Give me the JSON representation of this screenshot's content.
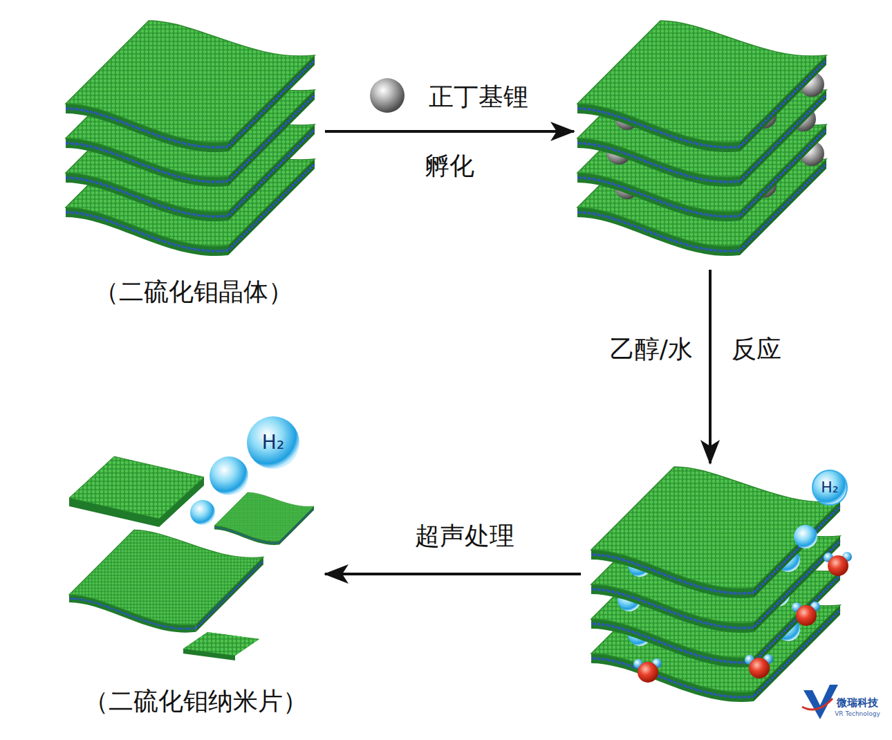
{
  "diagram": {
    "nodes": [
      {
        "text": [
          "（二硫化钼晶体）"
        ]
      },
      {
        "text": []
      },
      {
        "text": []
      },
      {
        "text": [
          "（二硫化钼纳米片）"
        ]
      }
    ],
    "edges": [
      {
        "from": 0,
        "to": 1,
        "arrow": "to"
      },
      {
        "from": 1,
        "to": 2,
        "arrow": "to"
      },
      {
        "from": 2,
        "to": 3,
        "label": "超声处理",
        "arrow": "to"
      }
    ],
    "labels": [
      "正丁基锂",
      "孵化",
      "乙醇/水",
      "反应",
      "H₂",
      "H₂",
      "微瑞科技",
      "VR Technology"
    ]
  }
}
